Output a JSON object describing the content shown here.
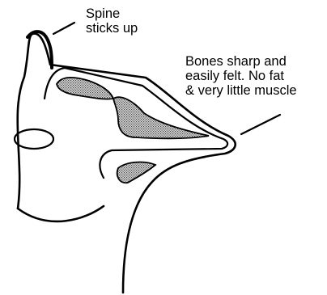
{
  "labels": {
    "spine": {
      "lines": [
        "Spine",
        "sticks up"
      ]
    },
    "bones": {
      "lines": [
        "Bones sharp and",
        "easily felt. No fat",
        "& very little muscle"
      ]
    }
  },
  "colors": {
    "outline": "#000000",
    "background": "#ffffff",
    "bone_fill": "#b8b8b8"
  }
}
